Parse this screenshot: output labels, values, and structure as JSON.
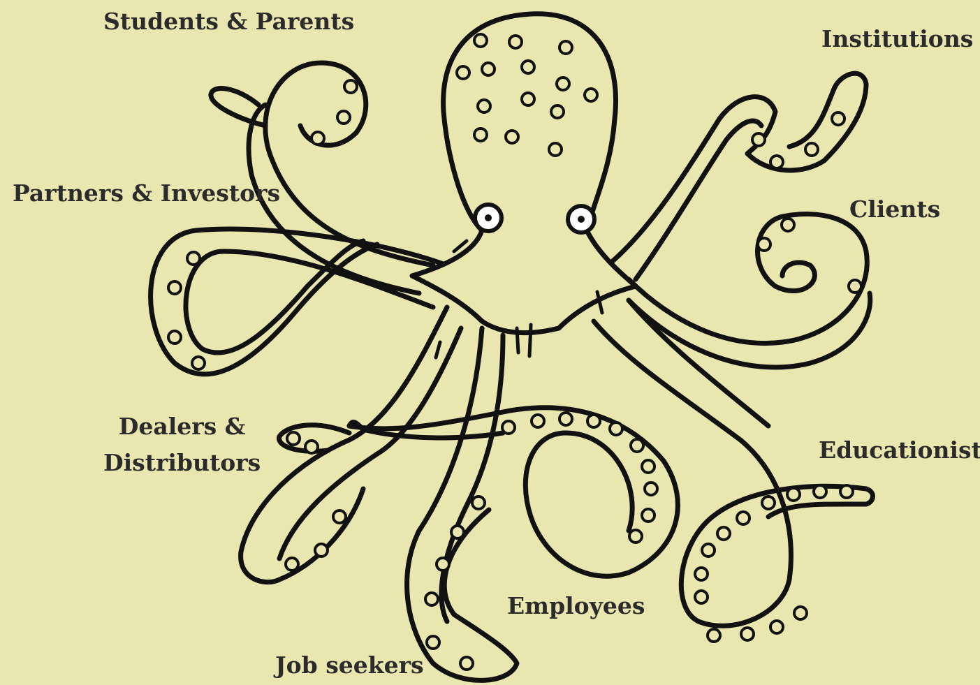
{
  "labels": {
    "students_parents": "Students & Parents",
    "institutions": "Institutions",
    "partners_investors": "Partners & Investors",
    "clients": "Clients",
    "dealers_line1": "Dealers &",
    "dealers_line2": "Distributors",
    "educationists": "Educationists",
    "employees": "Employees",
    "job_seekers": "Job seekers"
  },
  "colors": {
    "background": "#e9e6b0",
    "stroke": "#111111",
    "text": "#2b2b2b"
  }
}
